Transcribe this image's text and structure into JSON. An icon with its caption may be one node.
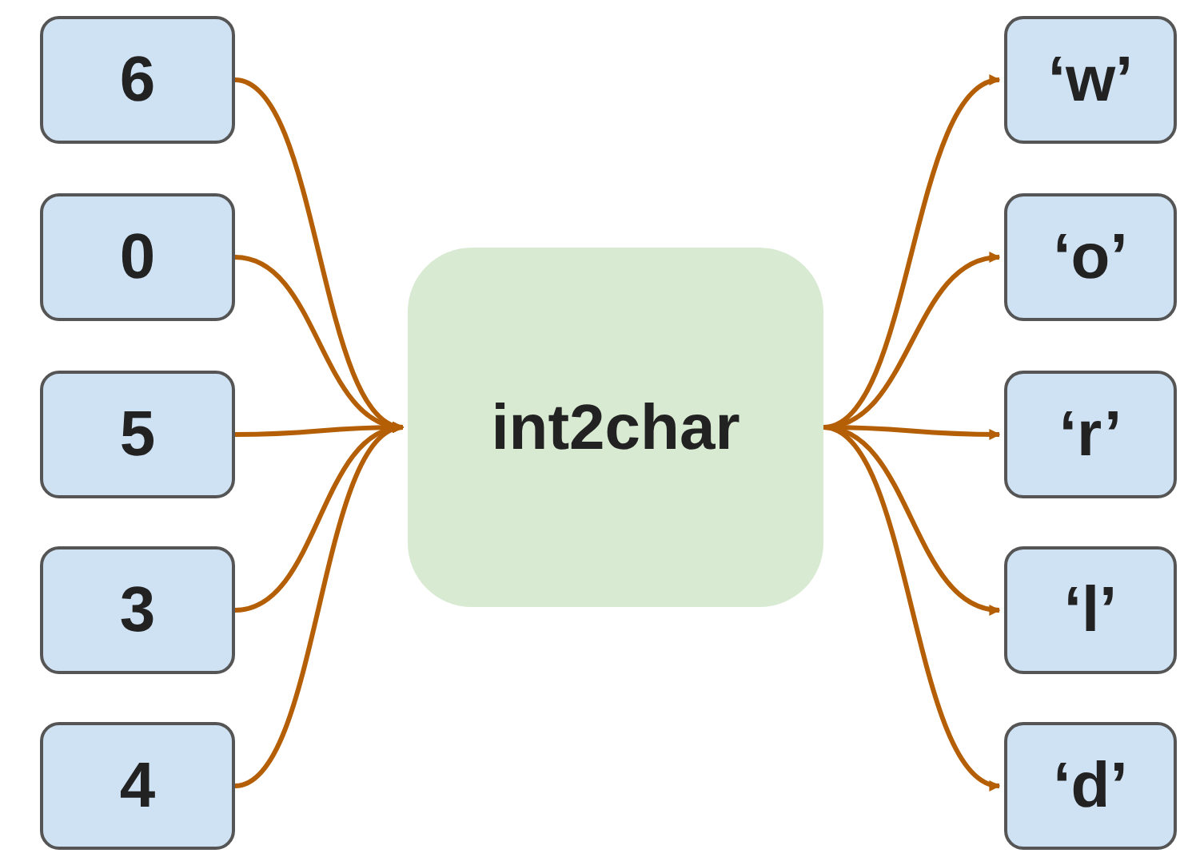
{
  "diagram": {
    "nodes": [
      {
        "text": [
          "6"
        ]
      },
      {
        "text": [
          "0"
        ]
      },
      {
        "text": [
          "5"
        ]
      },
      {
        "text": [
          "3"
        ]
      },
      {
        "text": [
          "4"
        ]
      },
      {
        "text": [
          "int2char"
        ]
      },
      {
        "text": [
          "‘w’"
        ]
      },
      {
        "text": [
          "‘o’"
        ]
      },
      {
        "text": [
          "‘r’"
        ]
      },
      {
        "text": [
          "‘l’"
        ]
      },
      {
        "text": [
          "‘d’"
        ]
      }
    ],
    "edges": [
      {
        "from": 0,
        "to": 5,
        "arrow": "to"
      },
      {
        "from": 1,
        "to": 5,
        "arrow": "to"
      },
      {
        "from": 2,
        "to": 5,
        "arrow": "to"
      },
      {
        "from": 3,
        "to": 5,
        "arrow": "to"
      },
      {
        "from": 4,
        "to": 5,
        "arrow": "to"
      },
      {
        "from": 5,
        "to": 6,
        "arrow": "to"
      },
      {
        "from": 5,
        "to": 7,
        "arrow": "to"
      },
      {
        "from": 5,
        "to": 8,
        "arrow": "to"
      },
      {
        "from": 5,
        "to": 9,
        "arrow": "to"
      },
      {
        "from": 5,
        "to": 10,
        "arrow": "to"
      }
    ]
  }
}
